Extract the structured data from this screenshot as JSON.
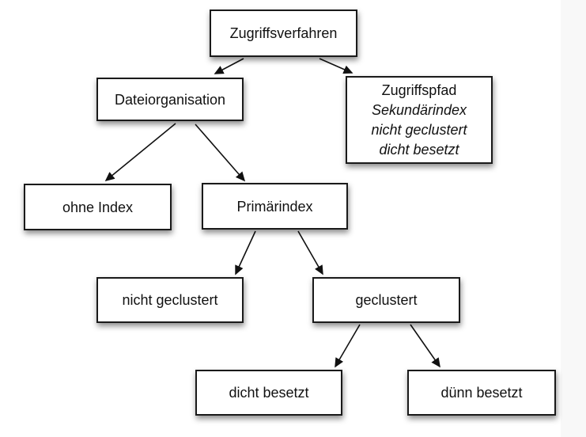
{
  "colors": {
    "background": "#ffffff",
    "page_margin": "#f8f8f8",
    "box_fill": "#ffffff",
    "box_border": "#1a1a1a",
    "text_color": "#111111",
    "arrow_color": "#111111"
  },
  "diagram": {
    "nodes": {
      "zugriffsverfahren": {
        "label": "Zugriffsverfahren"
      },
      "dateiorganisation": {
        "label": "Dateiorganisation"
      },
      "zugriffspfad": {
        "title": "Zugriffspfad",
        "italic_lines": [
          "Sekundärindex",
          "nicht geclustert",
          "dicht besetzt"
        ]
      },
      "ohne_index": {
        "label": "ohne Index"
      },
      "primaerindex": {
        "label": "Primärindex"
      },
      "nicht_geclustert": {
        "label": "nicht geclustert"
      },
      "geclustert": {
        "label": "geclustert"
      },
      "dicht_besetzt": {
        "label": "dicht besetzt"
      },
      "duenn_besetzt": {
        "label": "dünn besetzt"
      }
    },
    "edges": [
      {
        "from": "Zugriffsverfahren",
        "to": "Dateiorganisation"
      },
      {
        "from": "Zugriffsverfahren",
        "to": "Zugriffspfad"
      },
      {
        "from": "Dateiorganisation",
        "to": "ohne Index"
      },
      {
        "from": "Dateiorganisation",
        "to": "Primärindex"
      },
      {
        "from": "Primärindex",
        "to": "nicht geclustert"
      },
      {
        "from": "Primärindex",
        "to": "geclustert"
      },
      {
        "from": "geclustert",
        "to": "dicht besetzt"
      },
      {
        "from": "geclustert",
        "to": "dünn besetzt"
      }
    ]
  }
}
